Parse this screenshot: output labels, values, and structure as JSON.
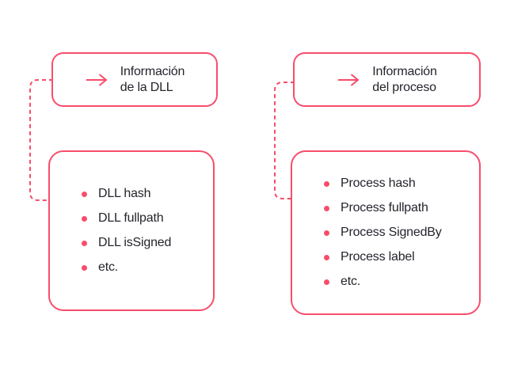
{
  "colors": {
    "accent": "#F84D6B",
    "text": "#24242C",
    "background": "#FFFFFF"
  },
  "diagram": {
    "left_group": {
      "header": {
        "line1": "Información",
        "line2": "de la DLL",
        "icon": "arrow-right-icon"
      },
      "items": [
        "DLL hash",
        "DLL fullpath",
        "DLL isSigned",
        "etc."
      ],
      "bullet_icon": "bullet-dot-icon"
    },
    "right_group": {
      "header": {
        "line1": "Información",
        "line2": "del proceso",
        "icon": "arrow-right-icon"
      },
      "items": [
        "Process hash",
        "Process fullpath",
        "Process SignedBy",
        "Process label",
        "etc."
      ],
      "bullet_icon": "bullet-dot-icon"
    }
  }
}
